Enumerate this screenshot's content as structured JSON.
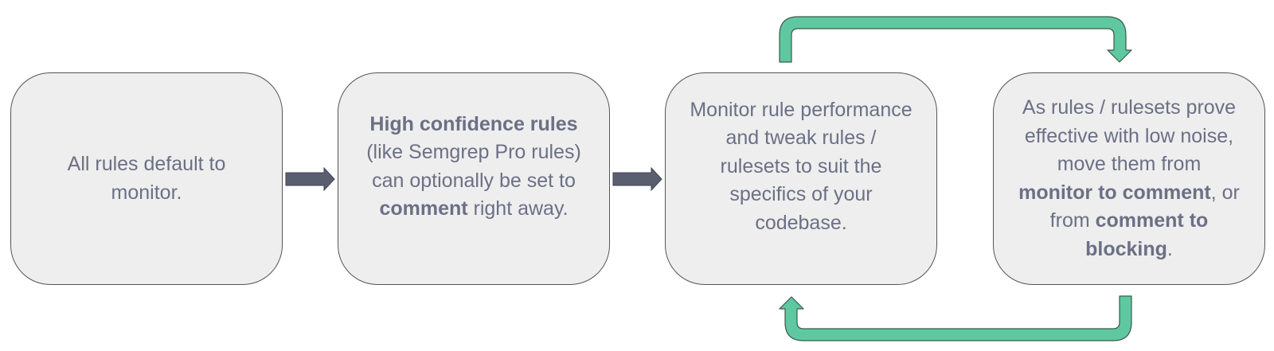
{
  "colors": {
    "box_fill": "#eeeeee",
    "box_border": "#555555",
    "text": "#6b7085",
    "arrow_dark": "#5a5f70",
    "loop_arrow": "#5fc8a0"
  },
  "steps": [
    {
      "id": "step-1",
      "parts": [
        {
          "text": "All rules default to monitor.",
          "bold": false
        }
      ]
    },
    {
      "id": "step-2",
      "parts": [
        {
          "text": "High confidence rules",
          "bold": true
        },
        {
          "text": " (like Semgrep Pro rules) can optionally be set to ",
          "bold": false
        },
        {
          "text": "comment",
          "bold": true
        },
        {
          "text": " right away.",
          "bold": false
        }
      ]
    },
    {
      "id": "step-3",
      "parts": [
        {
          "text": "Monitor rule performance and tweak rules / rulesets to suit the specifics of your codebase.",
          "bold": false
        }
      ]
    },
    {
      "id": "step-4",
      "parts": [
        {
          "text": "As rules / rulesets prove effective with low noise, move them from ",
          "bold": false
        },
        {
          "text": "monitor to comment",
          "bold": true
        },
        {
          "text": ", or from ",
          "bold": false
        },
        {
          "text": "comment to blocking",
          "bold": true
        },
        {
          "text": ".",
          "bold": false
        }
      ]
    }
  ],
  "arrows": [
    {
      "from": "step-1",
      "to": "step-2",
      "icon": "arrow-right-icon"
    },
    {
      "from": "step-2",
      "to": "step-3",
      "icon": "arrow-right-icon"
    },
    {
      "from": "step-3",
      "to": "step-4",
      "icon": "loop-arrow-top-icon"
    },
    {
      "from": "step-4",
      "to": "step-3",
      "icon": "loop-arrow-bottom-icon"
    }
  ]
}
